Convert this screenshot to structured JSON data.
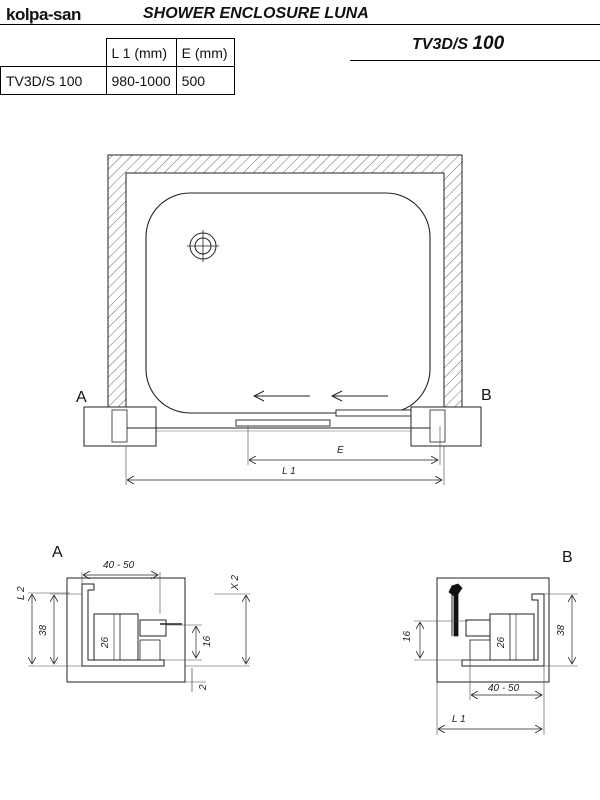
{
  "header": {
    "brand": "kolpa-san",
    "title": "SHOWER ENCLOSURE LUNA",
    "model_prefix": "TV3D/S",
    "model_number": "100"
  },
  "spec_table": {
    "headers": [
      "L 1  (mm)",
      "E (mm)"
    ],
    "rows": [
      {
        "model": "TV3D/S 100",
        "l1": "980-1000",
        "e": "500"
      }
    ]
  },
  "plan_view": {
    "label_a": "A",
    "label_b": "B",
    "dim_e": "E",
    "dim_l1": "L 1"
  },
  "detail_a": {
    "title": "A",
    "dim_40_50": "40 - 50",
    "dim_l2": "L 2",
    "dim_x2": "X 2",
    "dim_38": "38",
    "dim_26": "26",
    "dim_16": "16",
    "dim_2": "2"
  },
  "detail_b": {
    "title": "B",
    "dim_16": "16",
    "dim_26": "26",
    "dim_38": "38",
    "dim_40_50": "40 - 50",
    "dim_l1": "L 1"
  }
}
